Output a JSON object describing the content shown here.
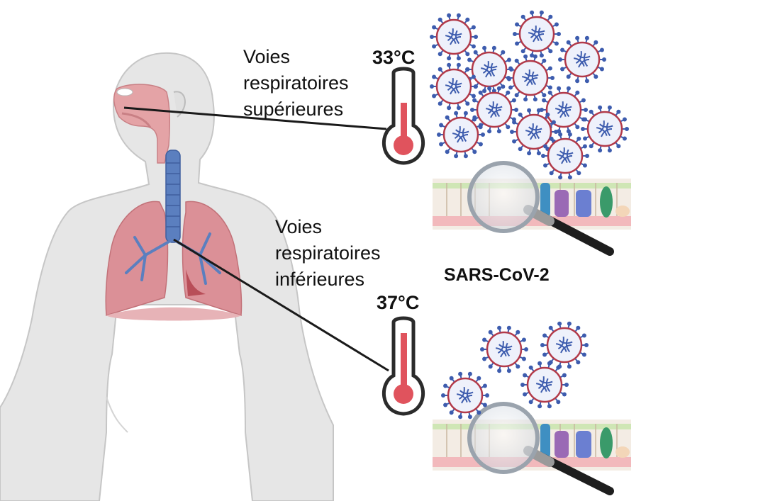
{
  "upper_airway": {
    "label_lines": [
      "Voies",
      "respiratoires",
      "supérieures"
    ],
    "temperature": "33°C"
  },
  "lower_airway": {
    "label_lines": [
      "Voies",
      "respiratoires",
      "inférieures"
    ],
    "temperature": "37°C"
  },
  "virus_label": "SARS-CoV-2",
  "icons": [
    "human-torso-icon",
    "lungs-icon",
    "trachea-icon",
    "thermometer-icon",
    "virus-icon",
    "epithelium-icon",
    "magnifier-icon"
  ],
  "colors": {
    "body": "#e6e6e6",
    "body_outline": "#c8c8c8",
    "airway_pink": "#e4a3a6",
    "lung": "#d98d92",
    "trachea_blue": "#5b7fbf",
    "thermometer_red": "#e0535d",
    "thermometer_frame": "#2b2b2b",
    "virus_blue": "#3d5cae",
    "virus_red": "#b23a4a"
  }
}
